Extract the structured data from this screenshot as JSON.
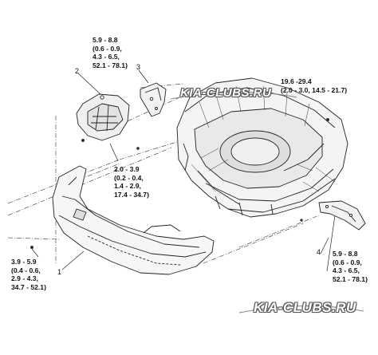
{
  "callouts": [
    "1",
    "2",
    "3",
    "4"
  ],
  "torque_specs": [
    {
      "lines": [
        "5.9 - 8.8",
        "(0.6 - 0.9,",
        "4.3 - 6.5,",
        "52.1 - 78.1)"
      ]
    },
    {
      "lines": [
        "19.6 -29.4",
        "(2.0 - 3.0, 14.5 - 21.7)"
      ]
    },
    {
      "lines": [
        "2.0 - 3.9",
        "(0.2 - 0.4,",
        "1.4 - 2.9,",
        "17.4 - 34.7)"
      ]
    },
    {
      "lines": [
        "3.9 - 5.9",
        "(0.4 - 0.6,",
        "2.9 - 4.3,",
        "34.7 - 52.1)"
      ]
    },
    {
      "lines": [
        "5.9 - 8.8",
        "(0.6 - 0.9,",
        "4.3 - 6.5,",
        "52.1 - 78.1)"
      ]
    }
  ],
  "watermark_top": "KIA-CLUBS.RU",
  "watermark_bottom": "KIA-CLUBS.RU"
}
